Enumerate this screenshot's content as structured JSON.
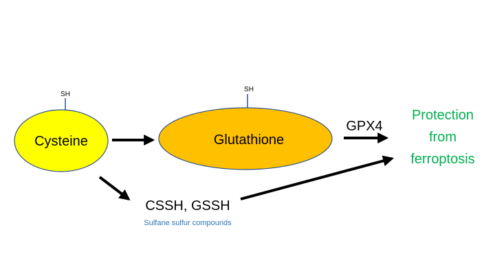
{
  "nodes": {
    "cysteine": {
      "label": "Cysteine",
      "group_label": "SH",
      "fill": "#ffff00"
    },
    "glutathione": {
      "label": "Glutathione",
      "group_label": "SH",
      "fill": "#ffc000"
    },
    "persulfides": {
      "label": "CSSH, GSSH",
      "caption": "Sulfane sulfur compounds",
      "caption_color": "#2e75b6"
    },
    "outcome": {
      "lines": [
        "Protection",
        "from",
        "ferroptosis"
      ],
      "color": "#00b050"
    }
  },
  "edges": {
    "gpx4_label": "GPX4"
  },
  "colors": {
    "arrow": "#000000",
    "outline": "#2f528f",
    "bond": "#2f528f"
  }
}
